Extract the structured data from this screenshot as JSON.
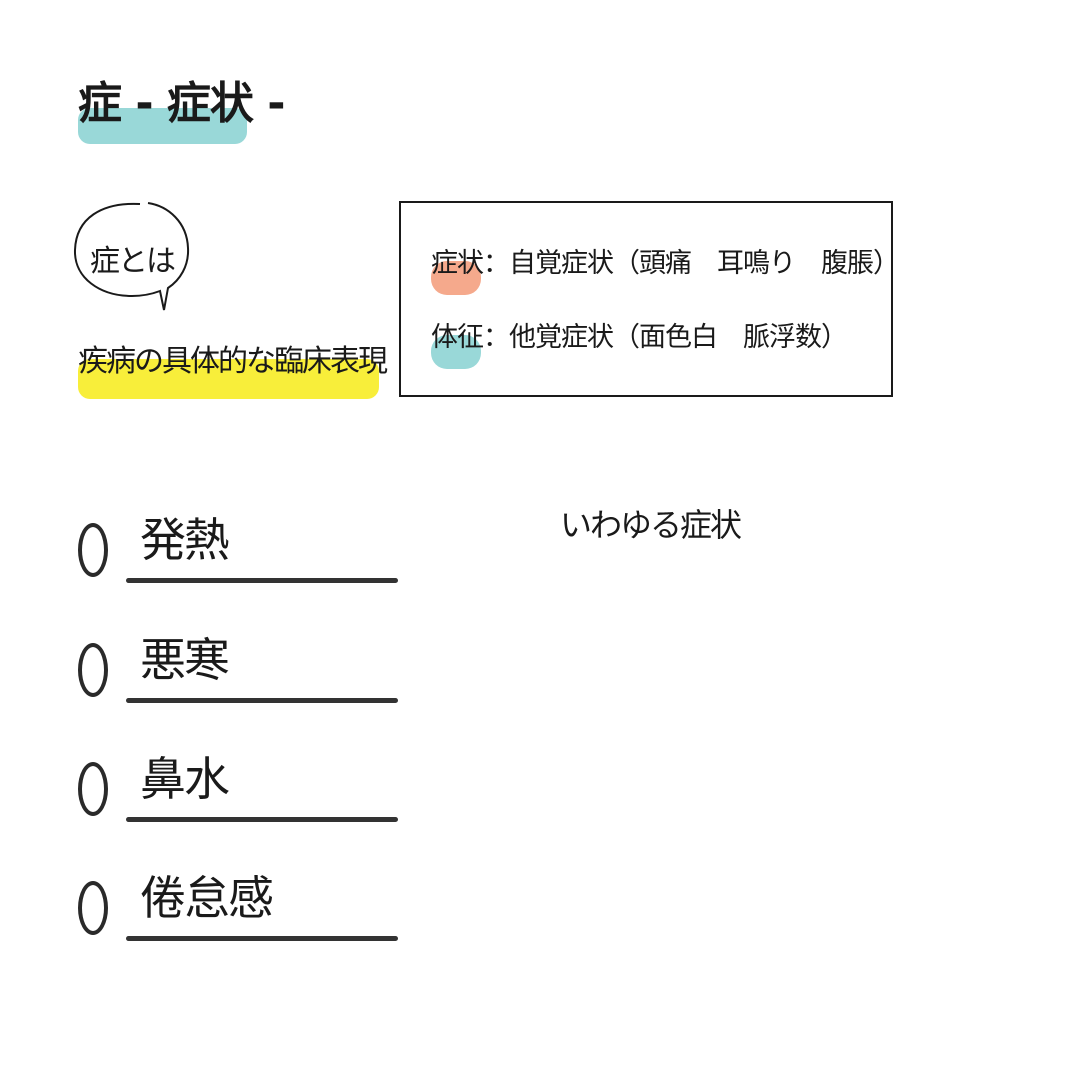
{
  "title": "症 - 症状 -",
  "bubble_text": "症とは",
  "definition": "疾病の具体的な臨床表現",
  "box": {
    "rows": [
      {
        "term": "症状",
        "text": "：自覚症状（頭痛　耳鳴り　腹脹）",
        "color": "#f5a98c"
      },
      {
        "term": "体征",
        "text": "：他覚症状（面色白　脈浮数）",
        "color": "#99d8d8"
      }
    ]
  },
  "items": [
    {
      "label": "発熱"
    },
    {
      "label": "悪寒"
    },
    {
      "label": "鼻水"
    },
    {
      "label": "倦怠感"
    }
  ],
  "note": "いわゆる症状",
  "colors": {
    "teal": "#99d8d8",
    "yellow": "#f8ee3a",
    "salmon": "#f5a98c"
  }
}
